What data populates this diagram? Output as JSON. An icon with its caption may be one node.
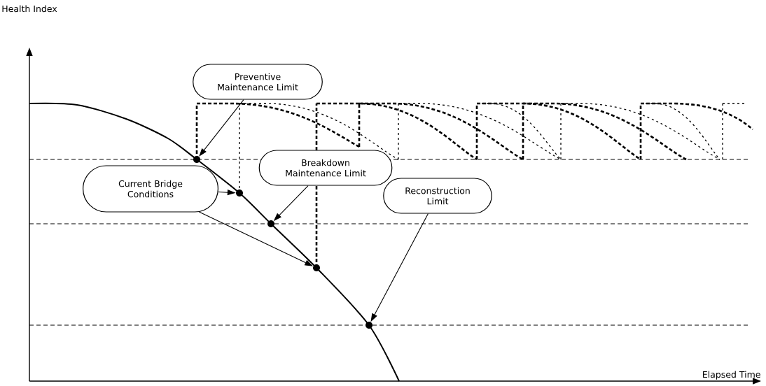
{
  "diagram": {
    "nodes": [
      {
        "text": [
          "Preventive Maintenance Limit"
        ]
      },
      {
        "text": [
          "Breakdown Maintenance Limit"
        ]
      },
      {
        "text": [
          "Current Bridge Conditions"
        ]
      },
      {
        "text": [
          "Reconstruction Limit"
        ]
      },
      {
        "text": [],
        "shape": "circle"
      },
      {
        "text": [],
        "shape": "circle"
      },
      {
        "text": [],
        "shape": "circle"
      },
      {
        "text": [],
        "shape": "circle"
      },
      {
        "text": [],
        "shape": "circle"
      }
    ],
    "edges": [
      {
        "from": 0,
        "to": 4,
        "arrow": "to"
      },
      {
        "from": 1,
        "to": 6,
        "arrow": "to"
      },
      {
        "from": 2,
        "to": 5,
        "arrow": "to"
      },
      {
        "from": 2,
        "to": 7,
        "arrow": "to"
      },
      {
        "from": 3,
        "to": 8,
        "arrow": "to"
      }
    ],
    "labels": [
      "Health Index",
      "Elapsed Time"
    ]
  }
}
